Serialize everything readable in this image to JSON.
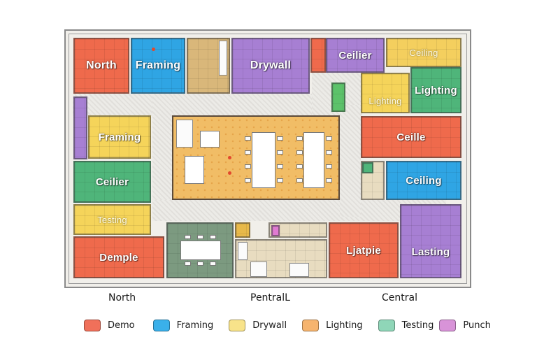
{
  "floor_plan": {
    "rooms": [
      {
        "id": "north",
        "label": "North",
        "color": "#ef6a4c"
      },
      {
        "id": "framing-top",
        "label": "Framing",
        "color": "#2fa5e4"
      },
      {
        "id": "drywall-top",
        "label": "Drywall",
        "color": "#a77fd3"
      },
      {
        "id": "ceilier-top",
        "label": "Ceilier",
        "color": "#a77fd3"
      },
      {
        "id": "ceiling-top-right",
        "label": "Ceiling",
        "color": "#f5d45a"
      },
      {
        "id": "lighting-yellow",
        "label": "Lighting",
        "color": "#f5d45a"
      },
      {
        "id": "lighting-green",
        "label": "Lighting",
        "color": "#4fb57a"
      },
      {
        "id": "framing-left",
        "label": "Framing",
        "color": "#f5d45a"
      },
      {
        "id": "ceilier-left",
        "label": "Ceilier",
        "color": "#4fb57a"
      },
      {
        "id": "testing-left",
        "label": "Testing",
        "color": "#f5d45a"
      },
      {
        "id": "demple",
        "label": "Demple",
        "color": "#ef6a4c"
      },
      {
        "id": "ceille-right",
        "label": "Ceille",
        "color": "#ef6a4c"
      },
      {
        "id": "ceiling-right",
        "label": "Ceiling",
        "color": "#2fa5e4"
      },
      {
        "id": "liaptpie",
        "label": "Ljatpie",
        "color": "#ef6a4c"
      },
      {
        "id": "lasting",
        "label": "Lasting",
        "color": "#a77fd3"
      }
    ]
  },
  "sectors": {
    "left": "North",
    "center": "PentralL",
    "right": "Central"
  },
  "legend": [
    {
      "label": "Demo",
      "color": "#f0705a"
    },
    {
      "label": "Framing",
      "color": "#3ab0ea"
    },
    {
      "label": "Drywall",
      "color": "#f8e38a"
    },
    {
      "label": "Lighting",
      "color": "#f6b46e"
    },
    {
      "label": "Testing",
      "color": "#8fd6b8"
    },
    {
      "label": "Punch",
      "color": "#d893d8"
    }
  ]
}
